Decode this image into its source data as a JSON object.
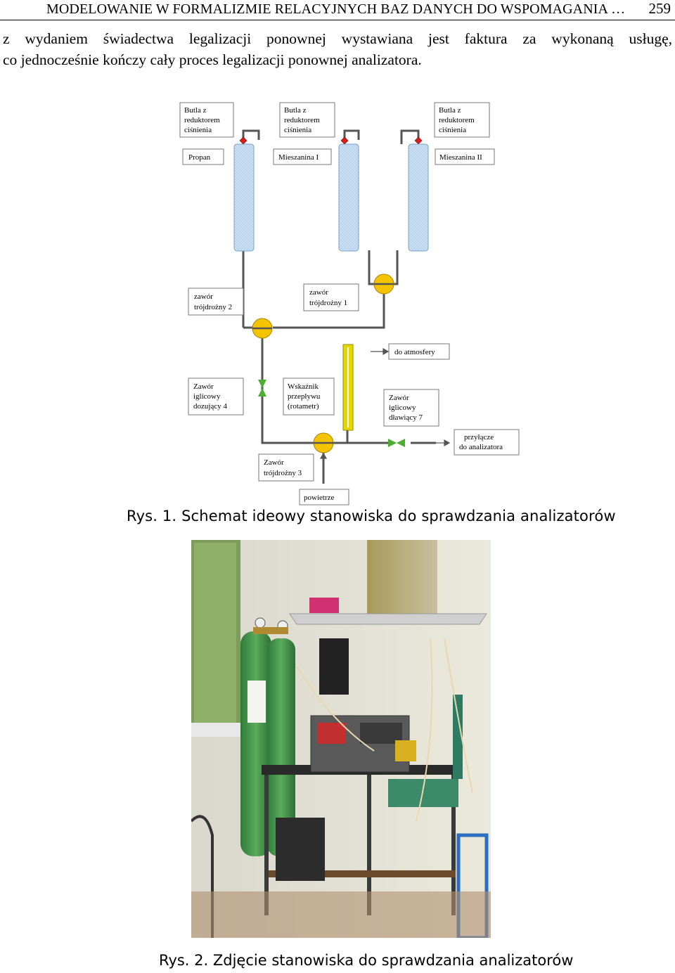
{
  "header": {
    "running_title": "MODELOWANIE W FORMALIZMIE RELACYJNYCH BAZ DANYCH DO WSPOMAGANIA …",
    "page_number": "259"
  },
  "body": {
    "line1": "z wydaniem świadectwa legalizacji ponownej wystawiana jest faktura za wykonaną usługę,",
    "line2": "co jednocześnie kończy cały proces legalizacji ponownej analizatora."
  },
  "figure1": {
    "caption": "Rys. 1. Schemat ideowy stanowiska do sprawdzania analizatorów",
    "labels": {
      "bottle1_l1": "Butla z",
      "bottle1_l2": "reduktorem",
      "bottle1_l3": "ciśnienia",
      "bottle2_l1": "Butla z",
      "bottle2_l2": "reduktorem",
      "bottle2_l3": "ciśnienia",
      "bottle3_l1": "Butla z",
      "bottle3_l2": "reduktorem",
      "bottle3_l3": "ciśnienia",
      "gas1": "Propan",
      "gas2": "Mieszanina I",
      "gas3": "Mieszanina II",
      "valve2_l1": "zawór",
      "valve2_l2": "trójdrożny 2",
      "valve1_l1": "zawór",
      "valve1_l2": "trójdrożny 1",
      "atmos": "do atmosfery",
      "needle4_l1": "Zawór",
      "needle4_l2": "iglicowy",
      "needle4_l3": "dozujący 4",
      "flow_l1": "Wskaźnik",
      "flow_l2": "przepływu",
      "flow_l3": "(rotametr)",
      "needle7_l1": "Zawór",
      "needle7_l2": "iglicowy",
      "needle7_l3": "dławiący 7",
      "conn_l1": "przyłącze",
      "conn_l2": "do analizatora",
      "valve3_l1": "Zawór",
      "valve3_l2": "trójdrożny 3",
      "air": "powietrze"
    }
  },
  "figure2": {
    "caption": "Rys. 2. Zdjęcie stanowiska do sprawdzania analizatorów"
  },
  "colors": {
    "pipe": "#555555",
    "cylinder_fill": "#c8def2",
    "valve_yellow": "#f4c400",
    "needle_green": "#4cae2e",
    "rotameter": "#e4d800",
    "red_valve": "#d02020"
  }
}
